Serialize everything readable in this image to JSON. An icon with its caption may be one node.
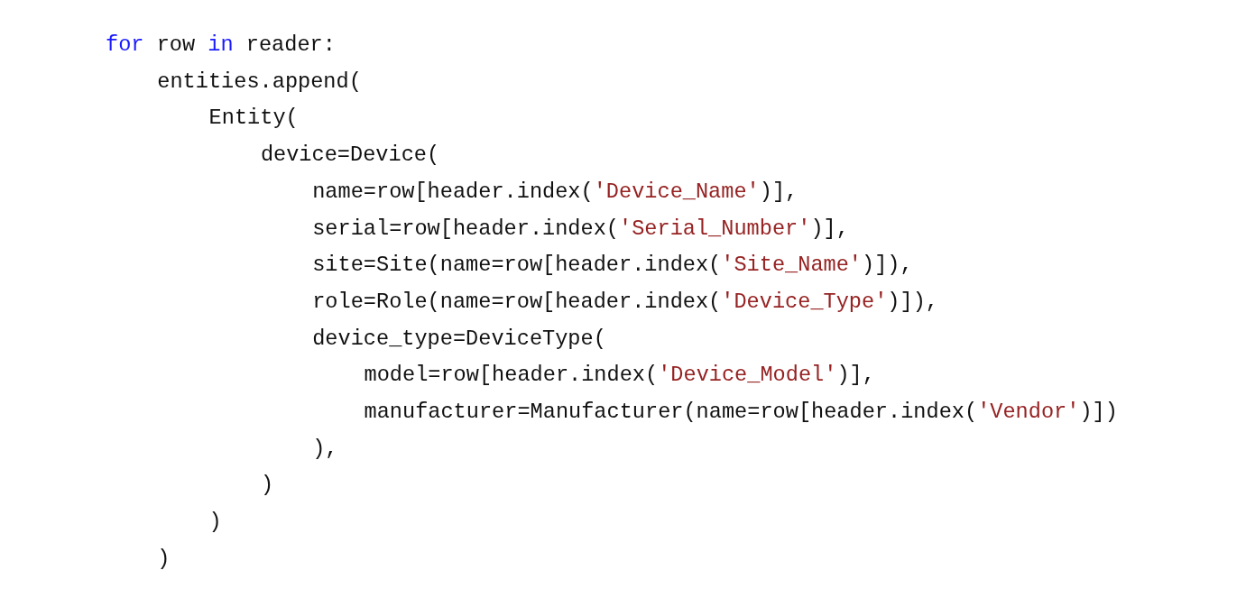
{
  "diagram": {
    "labels": [
      "for row in reader:",
      "entities.append(",
      "Entity(",
      "device=Device(",
      "name=row[header.index('Device_Name')],",
      "serial=row[header.index('Serial_Number')],",
      "site=Site(name=row[header.index('Site_Name')]),",
      "role=Role(name=row[header.index('Device_Type')]),",
      "device_type=DeviceType(",
      "model=row[header.index('Device_Model')],",
      "manufacturer=Manufacturer(name=row[header.index('Vendor')])",
      "),",
      ")",
      ")",
      ")"
    ]
  }
}
